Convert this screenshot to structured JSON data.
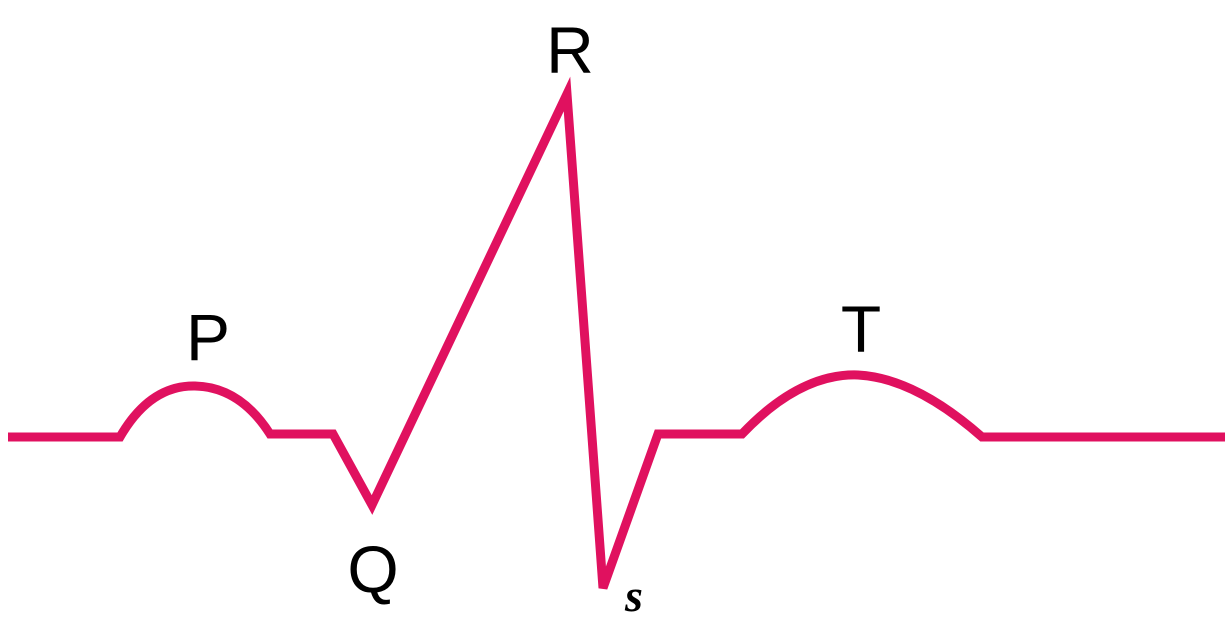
{
  "diagram": {
    "line_color": "#e0115f",
    "labels": {
      "p": "P",
      "q": "Q",
      "r": "R",
      "s": "s",
      "t": "T"
    }
  }
}
